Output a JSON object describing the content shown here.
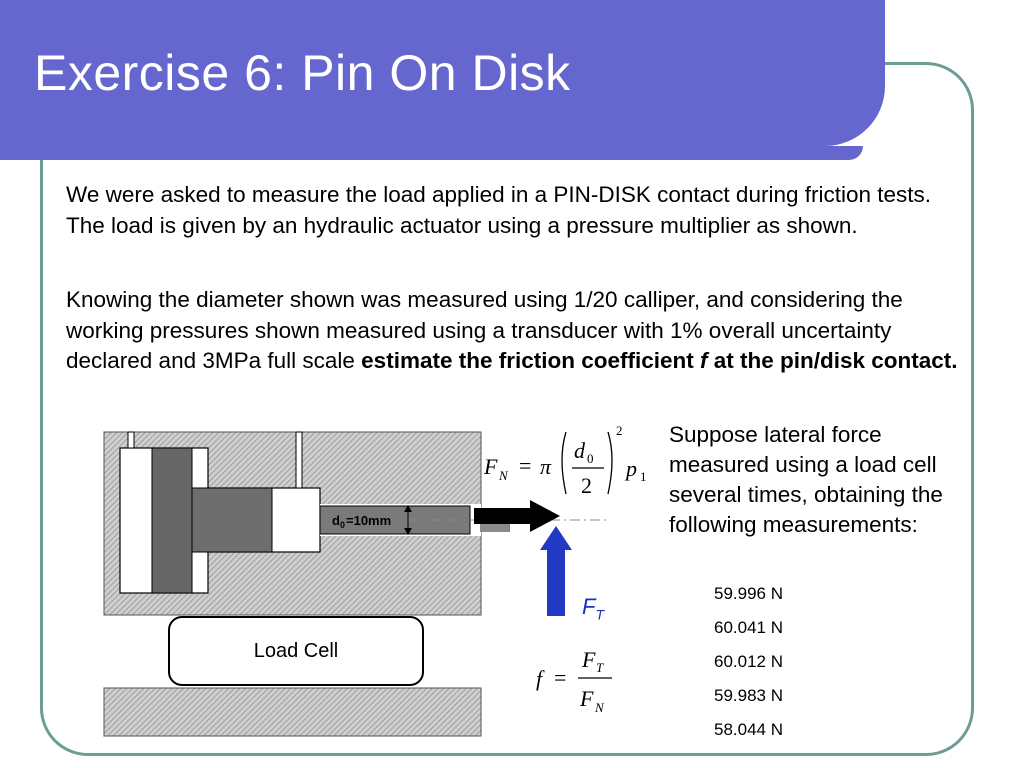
{
  "title": "Exercise 6: Pin On Disk",
  "paragraph1": "We were asked to measure the load applied in a PIN-DISK contact during friction tests. The load is given by an hydraulic actuator using a pressure multiplier as shown.",
  "paragraph2": {
    "text": "Knowing the diameter shown was measured using 1/20 calliper, and considering the working pressures shown measured using a transducer with 1% overall uncertainty declared and 3MPa full scale ",
    "bold1": "estimate the friction coefficient ",
    "bold_italic": "f",
    "bold2": " at the pin/disk contact."
  },
  "side_text": "Suppose lateral force measured using a load cell several times, obtaining the following measurements:",
  "measurements": [
    "59.996 N",
    "60.041 N",
    "60.012 N",
    "59.983 N",
    "58.044 N"
  ],
  "diagram": {
    "load_cell_label": "Load Cell",
    "diameter_label": "d",
    "diameter_sub": "0",
    "diameter_value": "=10mm",
    "ft_label": "F",
    "ft_sub": "T"
  },
  "formula_fn": {
    "lhs": "F",
    "lhs_sub": "N",
    "eq": "=",
    "pi": "π",
    "num": "d",
    "num_sub": "0",
    "den": "2",
    "exp": "2",
    "p": "p",
    "p_sub": "1"
  },
  "formula_f": {
    "lhs": "f",
    "eq": "=",
    "num": "F",
    "num_sub": "T",
    "den": "F",
    "den_sub": "N"
  },
  "colors": {
    "title_bar": "#6567cf",
    "frame": "#6b9c95",
    "ft_arrow": "#2239c4"
  }
}
